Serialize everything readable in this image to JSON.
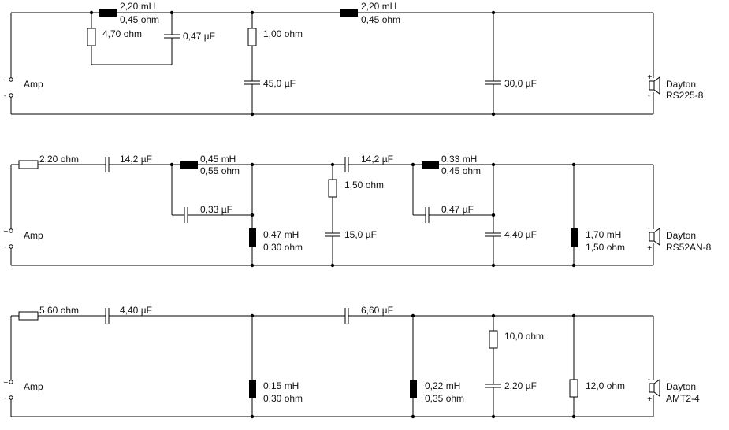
{
  "amp_label": "Amp",
  "polarity": {
    "plus": "+",
    "minus": "-"
  },
  "circuits": [
    {
      "id": "woofer",
      "speaker": {
        "brand": "Dayton",
        "model": "RS225-8"
      },
      "components": [
        {
          "type": "inductor",
          "value": "2,20 mH",
          "dcr": "0,45 ohm"
        },
        {
          "type": "resistor",
          "value": "4,70 ohm"
        },
        {
          "type": "capacitor",
          "value": "0,47 µF"
        },
        {
          "type": "resistor",
          "value": "1,00 ohm"
        },
        {
          "type": "capacitor",
          "value": "45,0 µF"
        },
        {
          "type": "inductor",
          "value": "2,20 mH",
          "dcr": "0,45 ohm"
        },
        {
          "type": "capacitor",
          "value": "30,0 µF"
        }
      ]
    },
    {
      "id": "midrange",
      "speaker": {
        "brand": "Dayton",
        "model": "RS52AN-8"
      },
      "components": [
        {
          "type": "resistor",
          "value": "2,20 ohm"
        },
        {
          "type": "capacitor",
          "value": "14,2 µF"
        },
        {
          "type": "inductor",
          "value": "0,45 mH",
          "dcr": "0,55 ohm"
        },
        {
          "type": "capacitor",
          "value": "0,33 µF"
        },
        {
          "type": "inductor",
          "value": "0,47 mH",
          "dcr": "0,30 ohm"
        },
        {
          "type": "capacitor",
          "value": "14,2 µF"
        },
        {
          "type": "resistor",
          "value": "1,50 ohm"
        },
        {
          "type": "capacitor",
          "value": "15,0 µF"
        },
        {
          "type": "inductor",
          "value": "0,33 mH",
          "dcr": "0,45 ohm"
        },
        {
          "type": "capacitor",
          "value": "0,47 µF"
        },
        {
          "type": "capacitor",
          "value": "4,40 µF"
        },
        {
          "type": "inductor",
          "value": "1,70 mH",
          "dcr": "1,50 ohm"
        }
      ]
    },
    {
      "id": "tweeter",
      "speaker": {
        "brand": "Dayton",
        "model": "AMT2-4"
      },
      "components": [
        {
          "type": "resistor",
          "value": "5,60 ohm"
        },
        {
          "type": "capacitor",
          "value": "4,40 µF"
        },
        {
          "type": "inductor",
          "value": "0,15 mH",
          "dcr": "0,30 ohm"
        },
        {
          "type": "capacitor",
          "value": "6,60 µF"
        },
        {
          "type": "inductor",
          "value": "0,22 mH",
          "dcr": "0,35 ohm"
        },
        {
          "type": "resistor",
          "value": "10,0 ohm"
        },
        {
          "type": "capacitor",
          "value": "2,20 µF"
        },
        {
          "type": "resistor",
          "value": "12,0 ohm"
        }
      ]
    }
  ]
}
